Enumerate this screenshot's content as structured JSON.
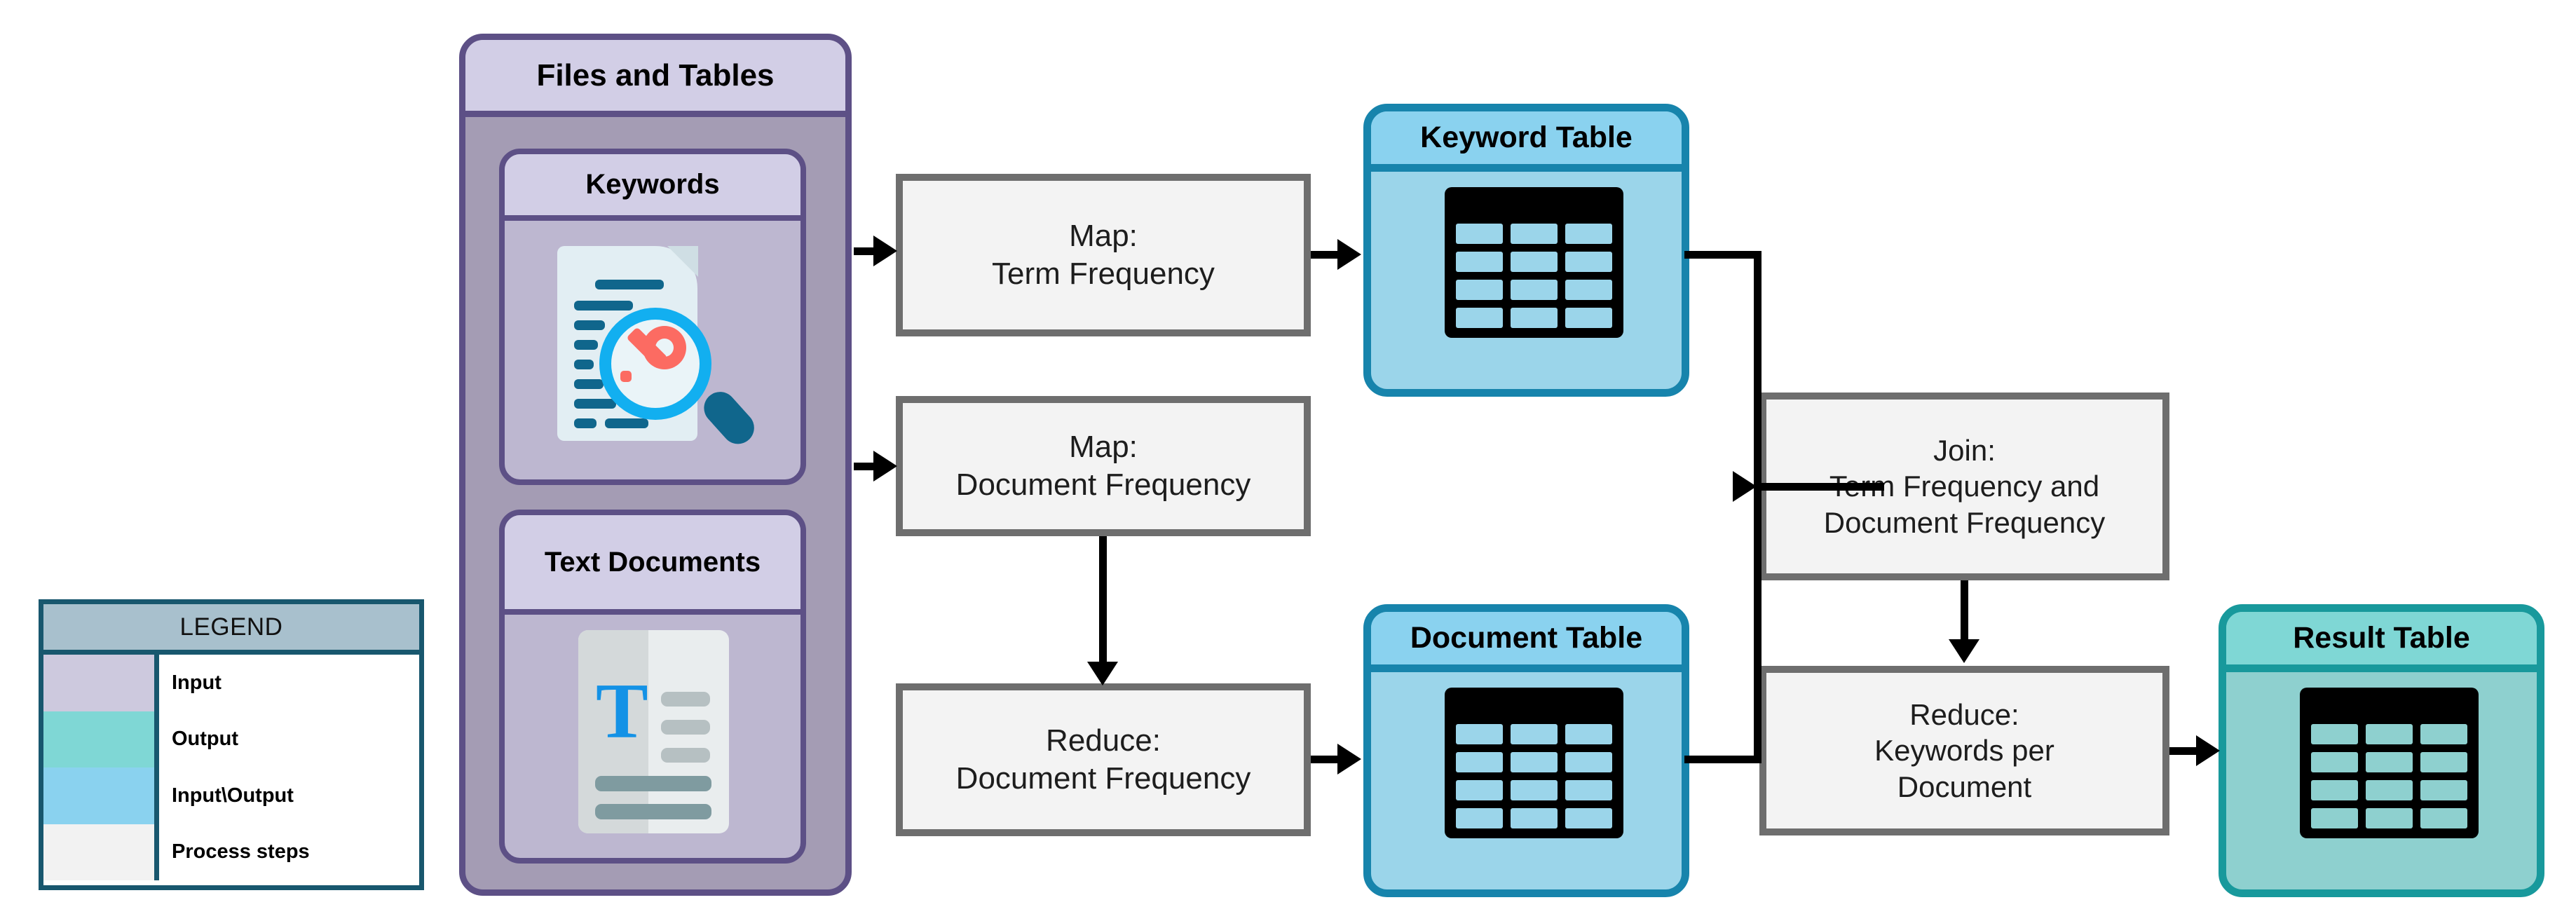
{
  "diagram": {
    "title": "MapReduce keyword extraction flow",
    "colors": {
      "input": "#cdc9de",
      "output": "#7fd7d5",
      "input_output": "#8ad2ef",
      "process": "#f3f3f3",
      "input_border": "#5d5086",
      "input_output_border": "#1784ac",
      "output_border": "#18999c",
      "process_border": "#6e6e6e",
      "legend_border": "#18576e",
      "legend_header_bg": "#a8c0cd"
    }
  },
  "legend": {
    "title": "LEGEND",
    "rows": [
      {
        "label": "Input",
        "swatch": "#cdc9de"
      },
      {
        "label": "Output",
        "swatch": "#7fd7d5"
      },
      {
        "label": "Input\\Output",
        "swatch": "#8ad2ef"
      },
      {
        "label": "Process steps",
        "swatch": "#f2f2f2"
      }
    ]
  },
  "files_and_tables": {
    "title": "Files and Tables",
    "items": [
      {
        "title": "Keywords",
        "icon": "document-key-search-icon"
      },
      {
        "title": "Text\nDocuments",
        "icon": "text-document-icon"
      }
    ]
  },
  "process_steps": [
    {
      "id": "map-term-frequency",
      "label": "Map:\nTerm Frequency"
    },
    {
      "id": "map-document-frequency",
      "label": "Map:\nDocument Frequency"
    },
    {
      "id": "reduce-document-frequency",
      "label": "Reduce:\nDocument Frequency"
    },
    {
      "id": "join-tf-df",
      "label": "Join:\nTerm Frequency and\nDocument Frequency"
    },
    {
      "id": "reduce-keywords-per-doc",
      "label": "Reduce:\nKeywords per\nDocument"
    }
  ],
  "tables": [
    {
      "id": "keyword-table",
      "title": "Keyword Table",
      "kind": "input_output",
      "icon": "table-grid-icon"
    },
    {
      "id": "document-table",
      "title": "Document Table",
      "kind": "input_output",
      "icon": "table-grid-icon"
    },
    {
      "id": "result-table",
      "title": "Result Table",
      "kind": "output",
      "icon": "table-grid-icon"
    }
  ]
}
